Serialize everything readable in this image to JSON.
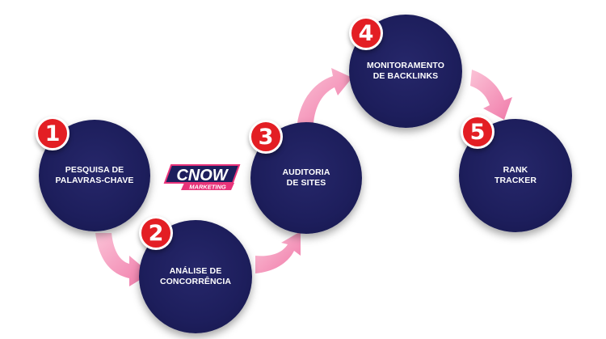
{
  "steps": [
    {
      "number": "1",
      "label": "PESQUISA DE\nPALAVRAS-CHAVE"
    },
    {
      "number": "2",
      "label": "ANÁLISE DE\nCONCORRÊNCIA"
    },
    {
      "number": "3",
      "label": "AUDITORIA\nDE SITES"
    },
    {
      "number": "4",
      "label": "MONITORAMENTO\nDE BACKLINKS"
    },
    {
      "number": "5",
      "label": "RANK\nTRACKER"
    }
  ],
  "logo": {
    "main": "CNOW",
    "sub": "MARKETING"
  },
  "colors": {
    "circle": "#1d1e5c",
    "badge": "#e31e24",
    "arrow": "#f48cb4",
    "logo_pink": "#e8337a"
  }
}
